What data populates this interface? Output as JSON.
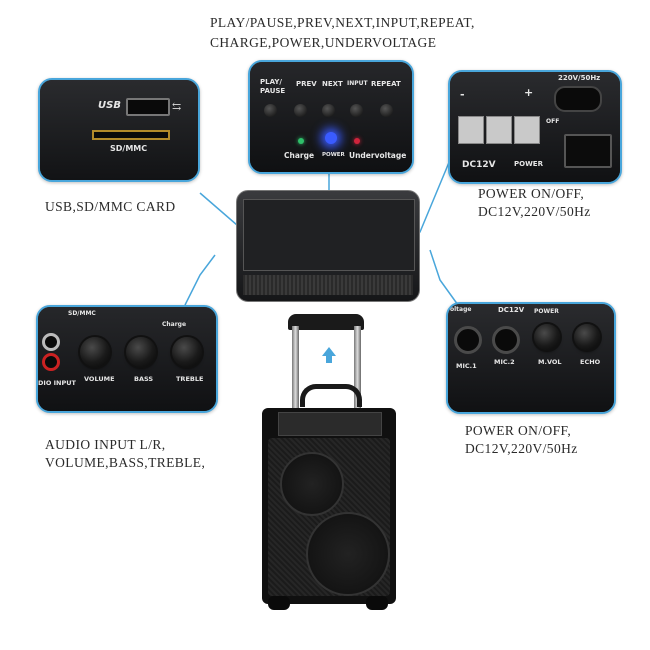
{
  "captions": {
    "top_line1": "PLAY/PAUSE,PREV,NEXT,INPUT,REPEAT,",
    "top_line2": "CHARGE,POWER,UNDERVOLTAGE",
    "usb_card": "USB,SD/MMC CARD",
    "power_right_1_line1": "POWER ON/OFF,",
    "power_right_1_line2": "DC12V,220V/50Hz",
    "audio_line1": "AUDIO INPUT L/R,",
    "audio_line2": "VOLUME,BASS,TREBLE,",
    "power_right_2_line1": "POWER ON/OFF,",
    "power_right_2_line2": "DC12V,220V/50Hz"
  },
  "panels": {
    "usb": {
      "usb": "USB",
      "sdmmc": "SD/MMC"
    },
    "controls": {
      "buttons": [
        "PLAY/ PAUSE",
        "PREV",
        "NEXT",
        "INPUT",
        "REPEAT"
      ],
      "charge": "Charge",
      "power": "POWER",
      "undervoltage": "Undervoltage"
    },
    "power": {
      "rating": "220V/50Hz",
      "dc12v": "DC12V",
      "power": "POWER",
      "off": "OFF",
      "minus": "-",
      "plus": "+"
    },
    "audio": {
      "sdmmc": "SD/MMC",
      "charge": "Charge",
      "input": "DIO INPUT",
      "volume": "VOLUME",
      "bass": "BASS",
      "treble": "TREBLE"
    },
    "mic": {
      "voltage": "oltage",
      "dc12v": "DC12V",
      "power": "POWER",
      "mic1": "MIC.1",
      "mic2": "MIC.2",
      "mvol": "M.VOL",
      "echo": "ECHO"
    }
  },
  "colors": {
    "accent": "#49a6db",
    "charge_led": "#2fbf6a",
    "power_led": "#3a5bff",
    "undervoltage_led": "#d0243c"
  }
}
